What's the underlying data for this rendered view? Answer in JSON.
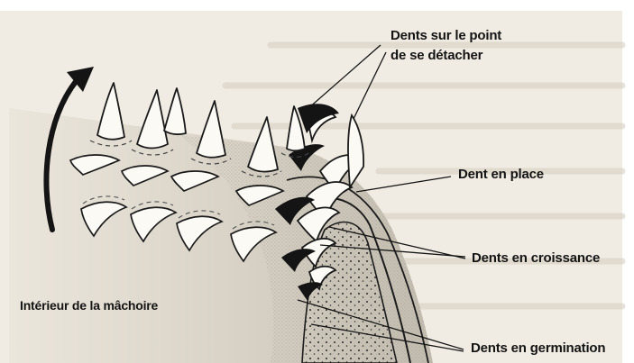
{
  "labels": {
    "detaching_teeth_line1": "Dents sur le point",
    "detaching_teeth_line2": "de se détacher",
    "tooth_in_place": "Dent en place",
    "growing_teeth": "Dents en croissance",
    "germinating_teeth": "Dents en germination",
    "jaw_interior": "Intérieur de la mâchoire"
  },
  "colors": {
    "background": "#ffffff",
    "paper": "#f1ece3",
    "ink": "#141414",
    "tooth": "#fbfaf5"
  },
  "icons": {
    "rotation_arrow": "curved-arrow-up-icon"
  }
}
